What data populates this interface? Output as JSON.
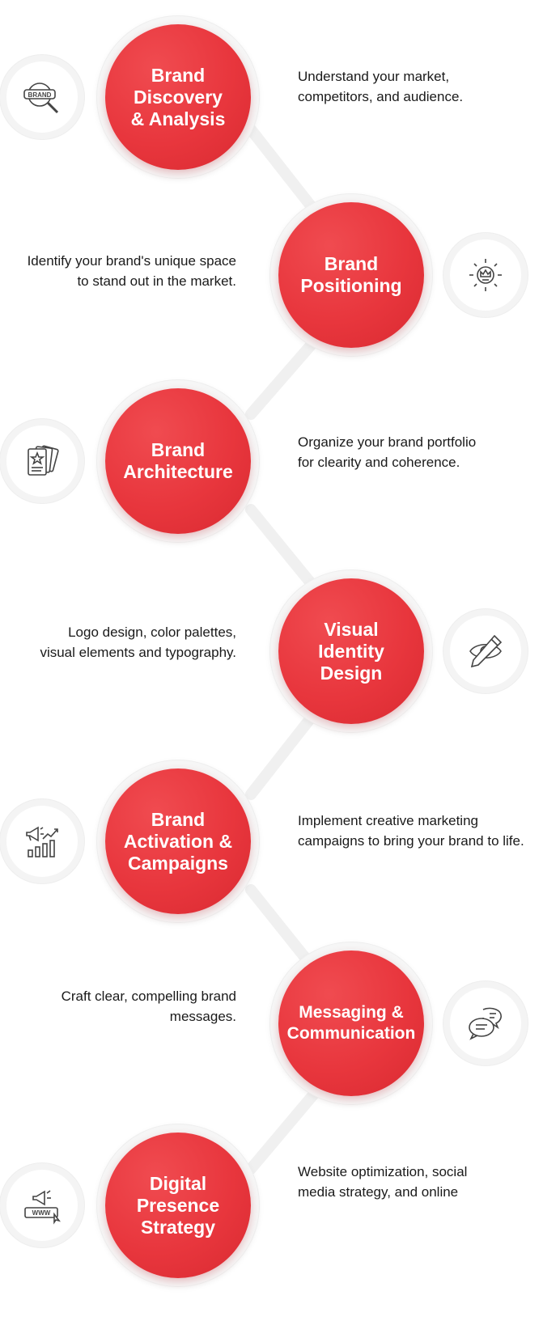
{
  "steps": [
    {
      "title": "Brand\nDiscovery\n& Analysis",
      "description": "Understand your market,\ncompetitors, and audience.",
      "icon": "brand-search-icon",
      "icon_text": "BRAND",
      "side": "left"
    },
    {
      "title": "Brand\nPositioning",
      "description": "Identify your brand's unique space\nto stand out in the market.",
      "icon": "crown-lightbulb-icon",
      "side": "right"
    },
    {
      "title": "Brand\nArchitecture",
      "description": "Organize your brand portfolio\nfor clearity and coherence.",
      "icon": "brand-cards-icon",
      "side": "left"
    },
    {
      "title": "Visual\nIdentity\nDesign",
      "description": "Logo design, color palettes,\nvisual elements and typography.",
      "icon": "eye-pen-icon",
      "side": "right"
    },
    {
      "title": "Brand\nActivation &\nCampaigns",
      "description": "Implement creative marketing\ncampaigns to bring your brand to life.",
      "icon": "megaphone-chart-icon",
      "side": "left"
    },
    {
      "title": "Messaging &\nCommunication",
      "description": "Craft clear, compelling brand\nmessages.",
      "icon": "chat-bubbles-icon",
      "side": "right"
    },
    {
      "title": "Digital\nPresence\nStrategy",
      "description": "Website optimization, social\nmedia strategy, and online",
      "icon": "megaphone-www-icon",
      "icon_text": "WWW",
      "side": "left"
    }
  ],
  "colors": {
    "accent": "#e8363d",
    "halo": "#f6f6f6",
    "text": "#1a1a1a",
    "icon_stroke": "#444444"
  }
}
